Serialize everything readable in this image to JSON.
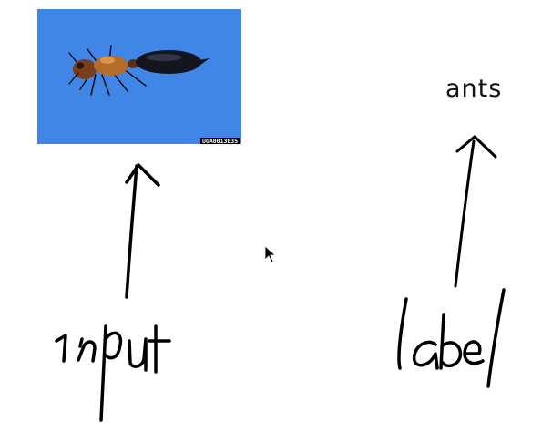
{
  "photo": {
    "watermark": "UGA0013035",
    "subject": "ant",
    "background_color": "#3f86e6"
  },
  "labels": {
    "output_text": "ants",
    "input_word": "input",
    "label_word": "label"
  },
  "cursor": {
    "icon": "mouse-pointer-icon"
  }
}
